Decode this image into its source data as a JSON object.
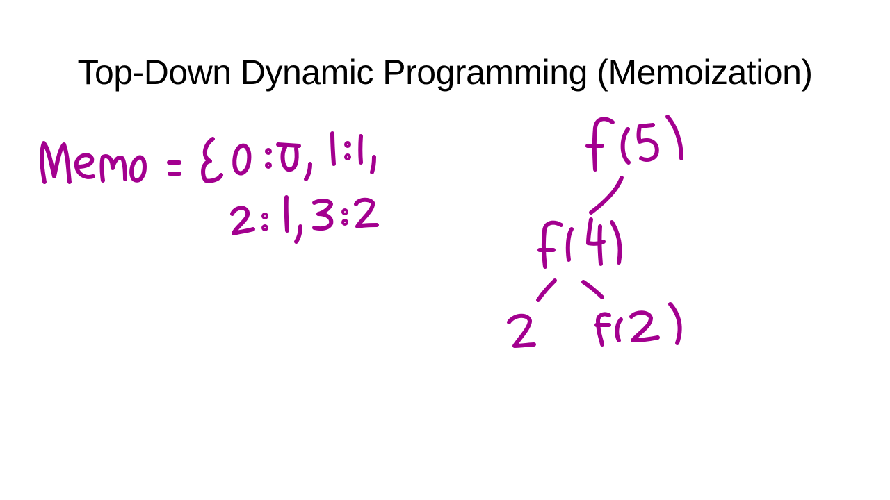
{
  "slide": {
    "title": "Top-Down Dynamic Programming (Memoization)",
    "ink_color": "#a3008f",
    "background": "#ffffff"
  },
  "handwriting": {
    "memo_line1": "Memo = { 0:0, 1:1,",
    "memo_line2": "2:1, 3:2",
    "tree": {
      "root": "f(5)",
      "child": "f(4)",
      "leaf_left": "2",
      "leaf_right": "f(2)"
    }
  }
}
